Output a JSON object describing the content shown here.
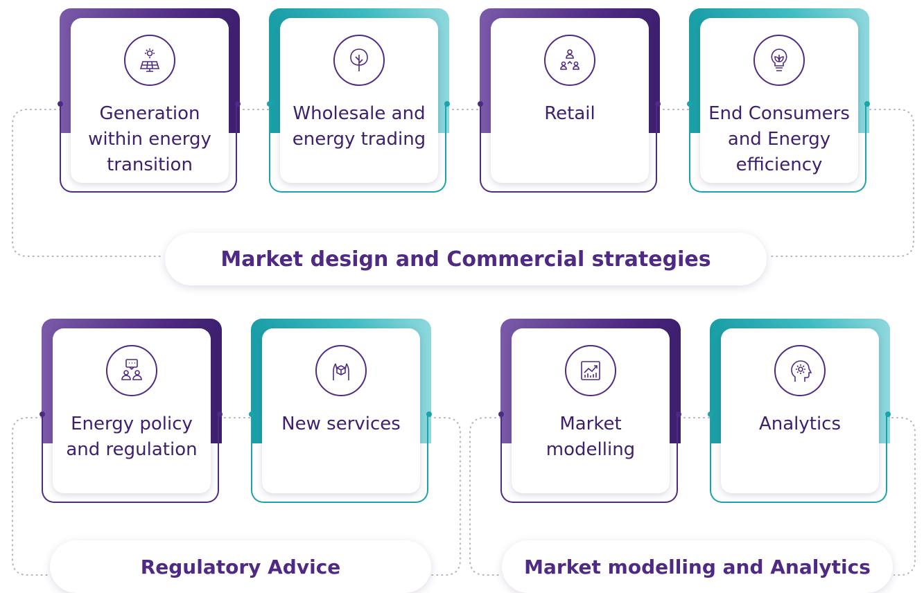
{
  "colors": {
    "purple": "#4e2a84",
    "teal": "#1aa3ab",
    "text": "#3d1f6e"
  },
  "top_group": {
    "title": "Market design and Commercial strategies",
    "cards": [
      {
        "label_lines": [
          "Generation",
          "within energy",
          "transition"
        ],
        "icon": "solar-panel-sun-icon",
        "accent": "purple"
      },
      {
        "label_lines": [
          "Wholesale and",
          "energy trading"
        ],
        "icon": "tree-icon",
        "accent": "teal"
      },
      {
        "label_lines": [
          "Retail"
        ],
        "icon": "hierarchy-people-icon",
        "accent": "purple"
      },
      {
        "label_lines": [
          "End Consumers",
          "and Energy",
          "efficiency"
        ],
        "icon": "lightbulb-leaf-icon",
        "accent": "teal"
      }
    ]
  },
  "left_group": {
    "title": "Regulatory Advice",
    "cards": [
      {
        "label_lines": [
          "Energy policy",
          "and regulation"
        ],
        "icon": "meeting-chat-icon",
        "accent": "purple"
      },
      {
        "label_lines": [
          "New services"
        ],
        "icon": "hands-cube-icon",
        "accent": "teal"
      }
    ]
  },
  "right_group": {
    "title": "Market modelling and Analytics",
    "cards": [
      {
        "label_lines": [
          "Market",
          "modelling"
        ],
        "icon": "chart-growth-icon",
        "accent": "purple"
      },
      {
        "label_lines": [
          "Analytics"
        ],
        "icon": "head-gear-icon",
        "accent": "teal"
      }
    ]
  }
}
